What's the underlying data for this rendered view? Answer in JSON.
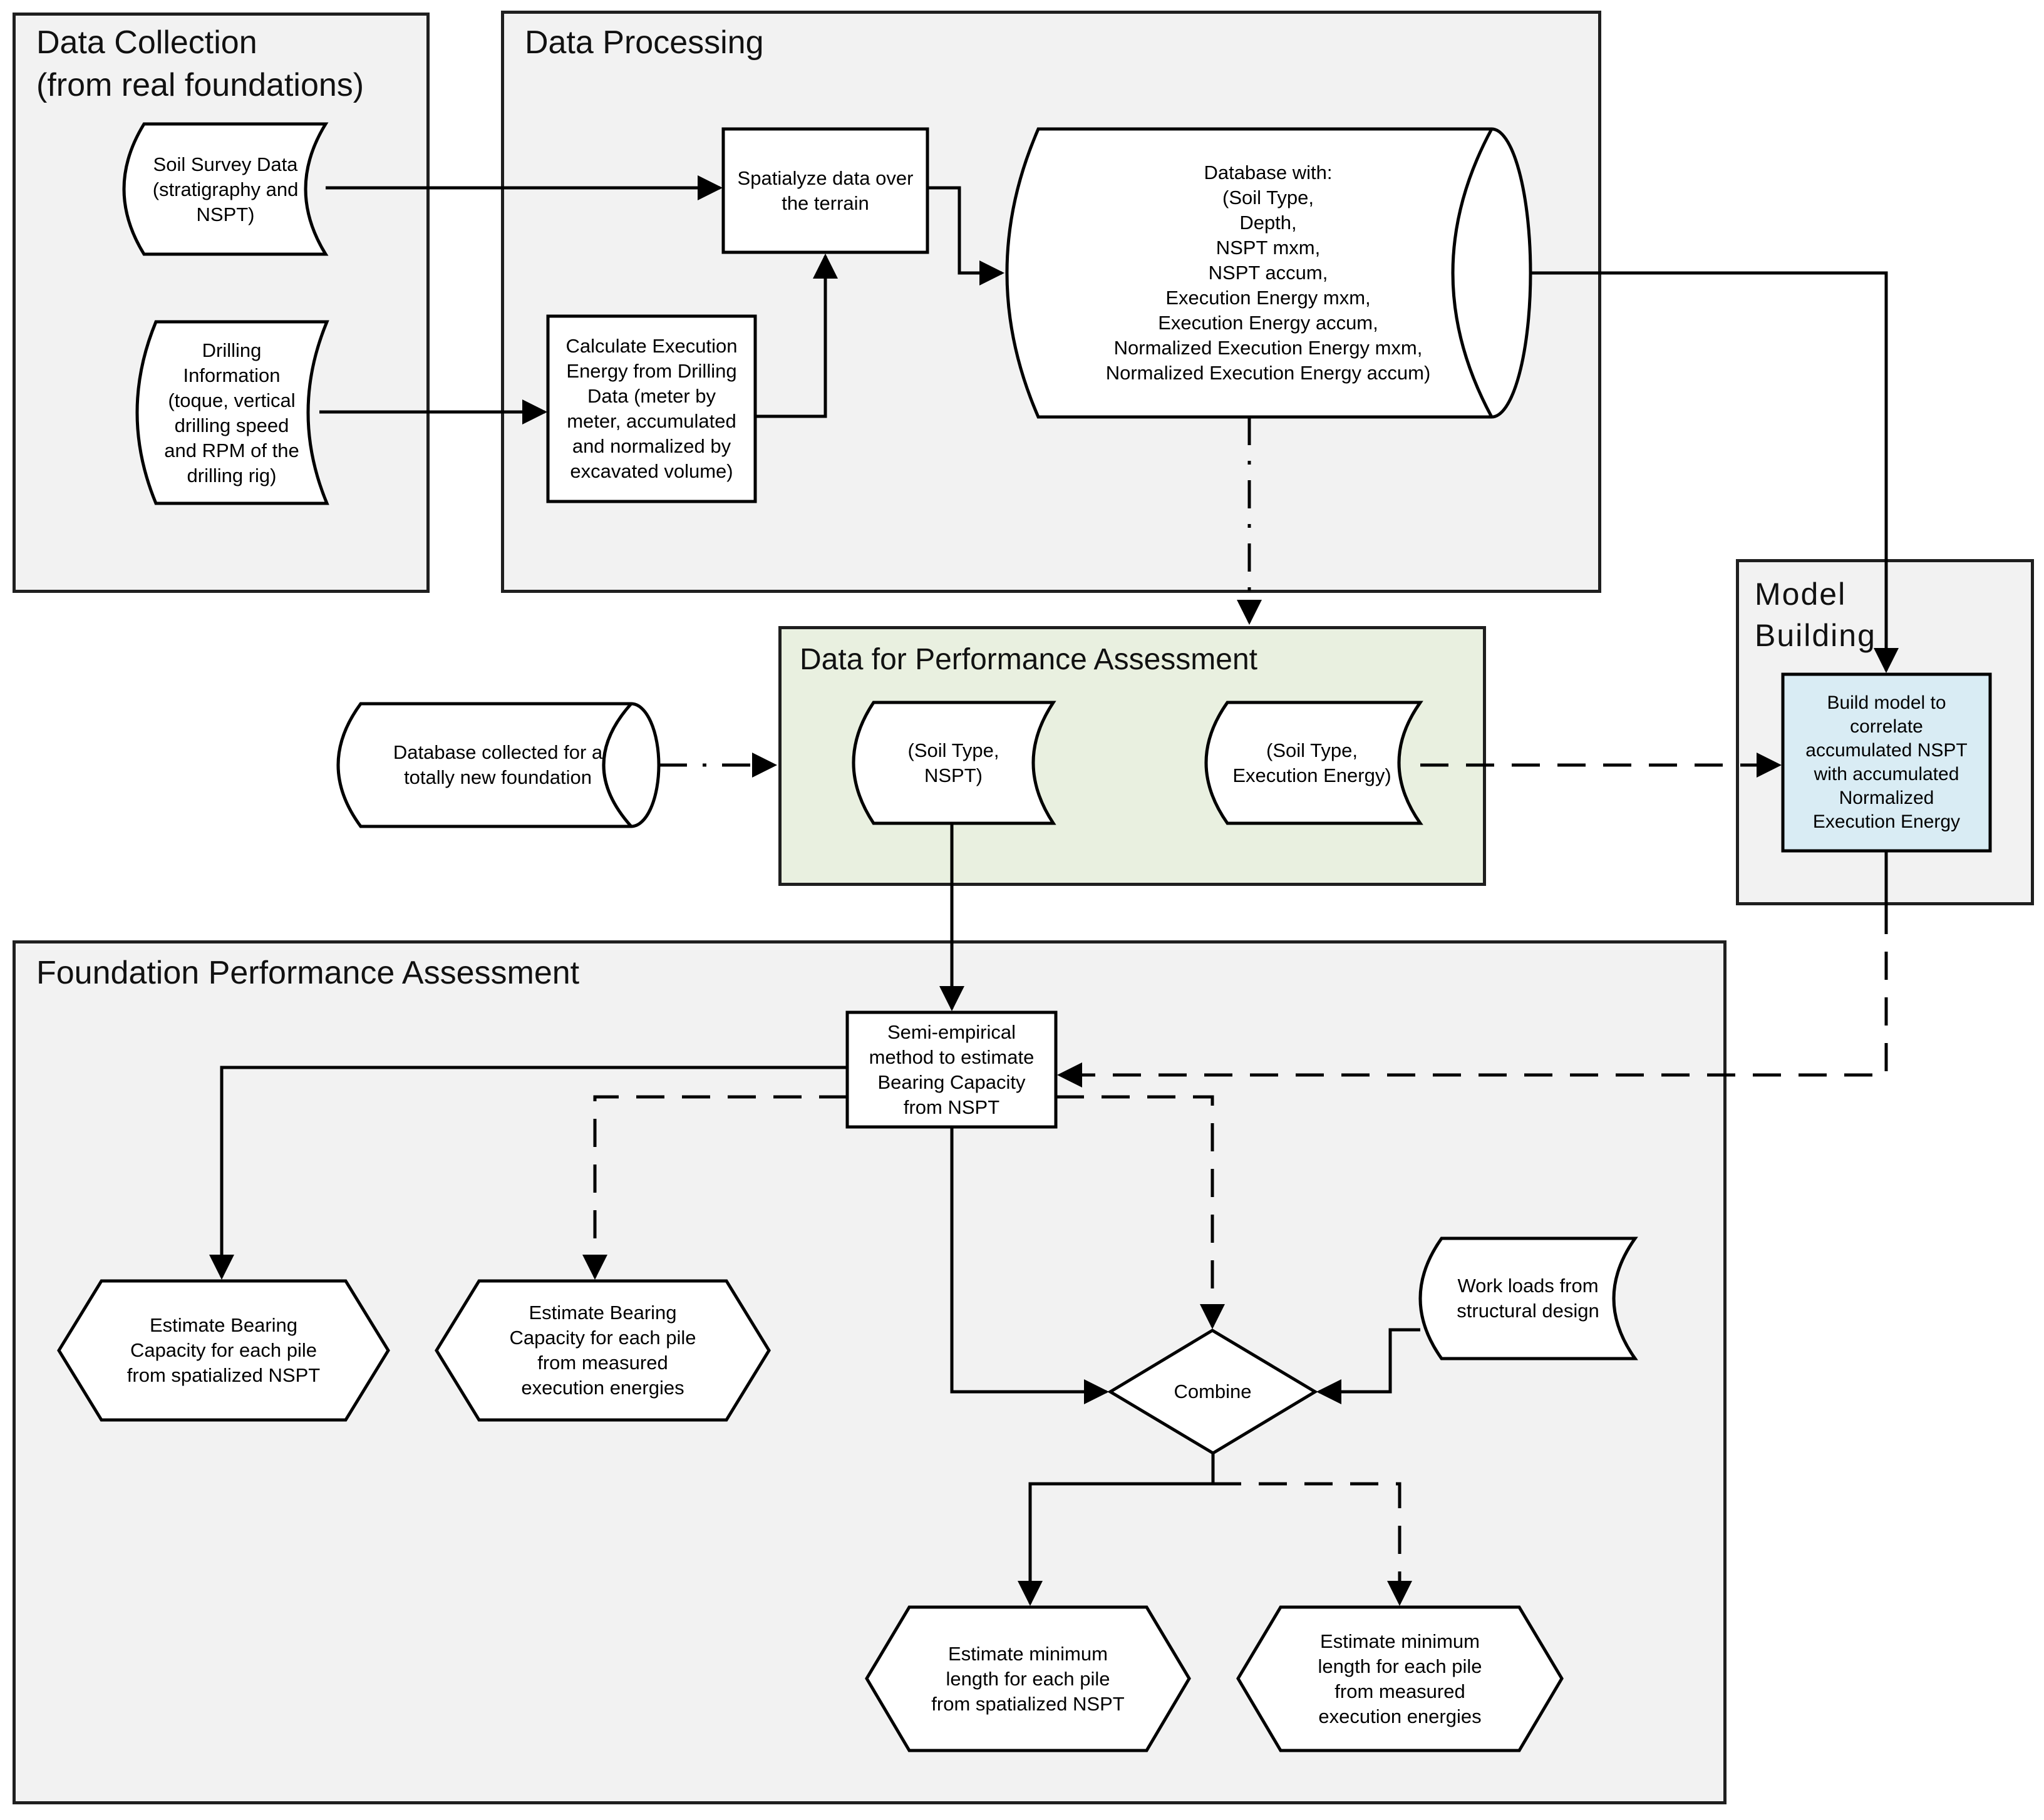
{
  "containers": {
    "data_collection": "Data Collection\n(from real foundations)",
    "data_processing": "Data Processing",
    "model_building": "Model\nBuilding",
    "data_for_performance_assessment": "Data for Performance Assessment",
    "foundation_performance_assessment": "Foundation Performance Assessment"
  },
  "nodes": {
    "soil_survey_data": "Soil Survey Data\n(stratigraphy and\nNSPT)",
    "drilling_information": "Drilling\nInformation\n(toque, vertical\ndrilling speed\nand RPM of the\ndrilling rig)",
    "spatialyze": "Spatialyze data over\nthe terrain",
    "calculate_execution_energy": "Calculate Execution\nEnergy from Drilling\nData (meter by\nmeter, accumulated\nand normalized by\nexcavated volume)",
    "database_main": "Database with:\n(Soil Type,\nDepth,\nNSPT mxm,\nNSPT accum,\nExecution Energy mxm,\nExecution Energy accum,\nNormalized Execution Energy mxm,\nNormalized Execution Energy accum)",
    "database_new_foundation": "Database collected for a\ntotally new foundation",
    "soil_type_nspt": "(Soil Type,\nNSPT)",
    "soil_type_execution_energy": "(Soil Type,\nExecution Energy)",
    "build_model": "Build model to\ncorrelate\naccumulated NSPT\nwith accumulated\nNormalized\nExecution Energy",
    "semi_empirical": "Semi-empirical\nmethod to estimate\nBearing Capacity\nfrom NSPT",
    "estimate_bc_spatialized_nspt": "Estimate Bearing\nCapacity for each pile\nfrom spatialized NSPT",
    "estimate_bc_measured_energies": "Estimate Bearing\nCapacity for each pile\nfrom measured\nexecution energies",
    "combine": "Combine",
    "work_loads": "Work loads from\nstructural design",
    "estimate_min_length_nspt": "Estimate minimum\nlength for each pile\nfrom spatialized NSPT",
    "estimate_min_length_energies": "Estimate minimum\nlength for each pile\nfrom measured\nexecution energies"
  },
  "colors": {
    "container_fill": "#f2f2f2",
    "green_fill": "#e9f0e0",
    "blue_fill": "#d9ecf4",
    "shape_fill": "#ffffff",
    "stroke": "#000000",
    "background": "#ffffff"
  }
}
